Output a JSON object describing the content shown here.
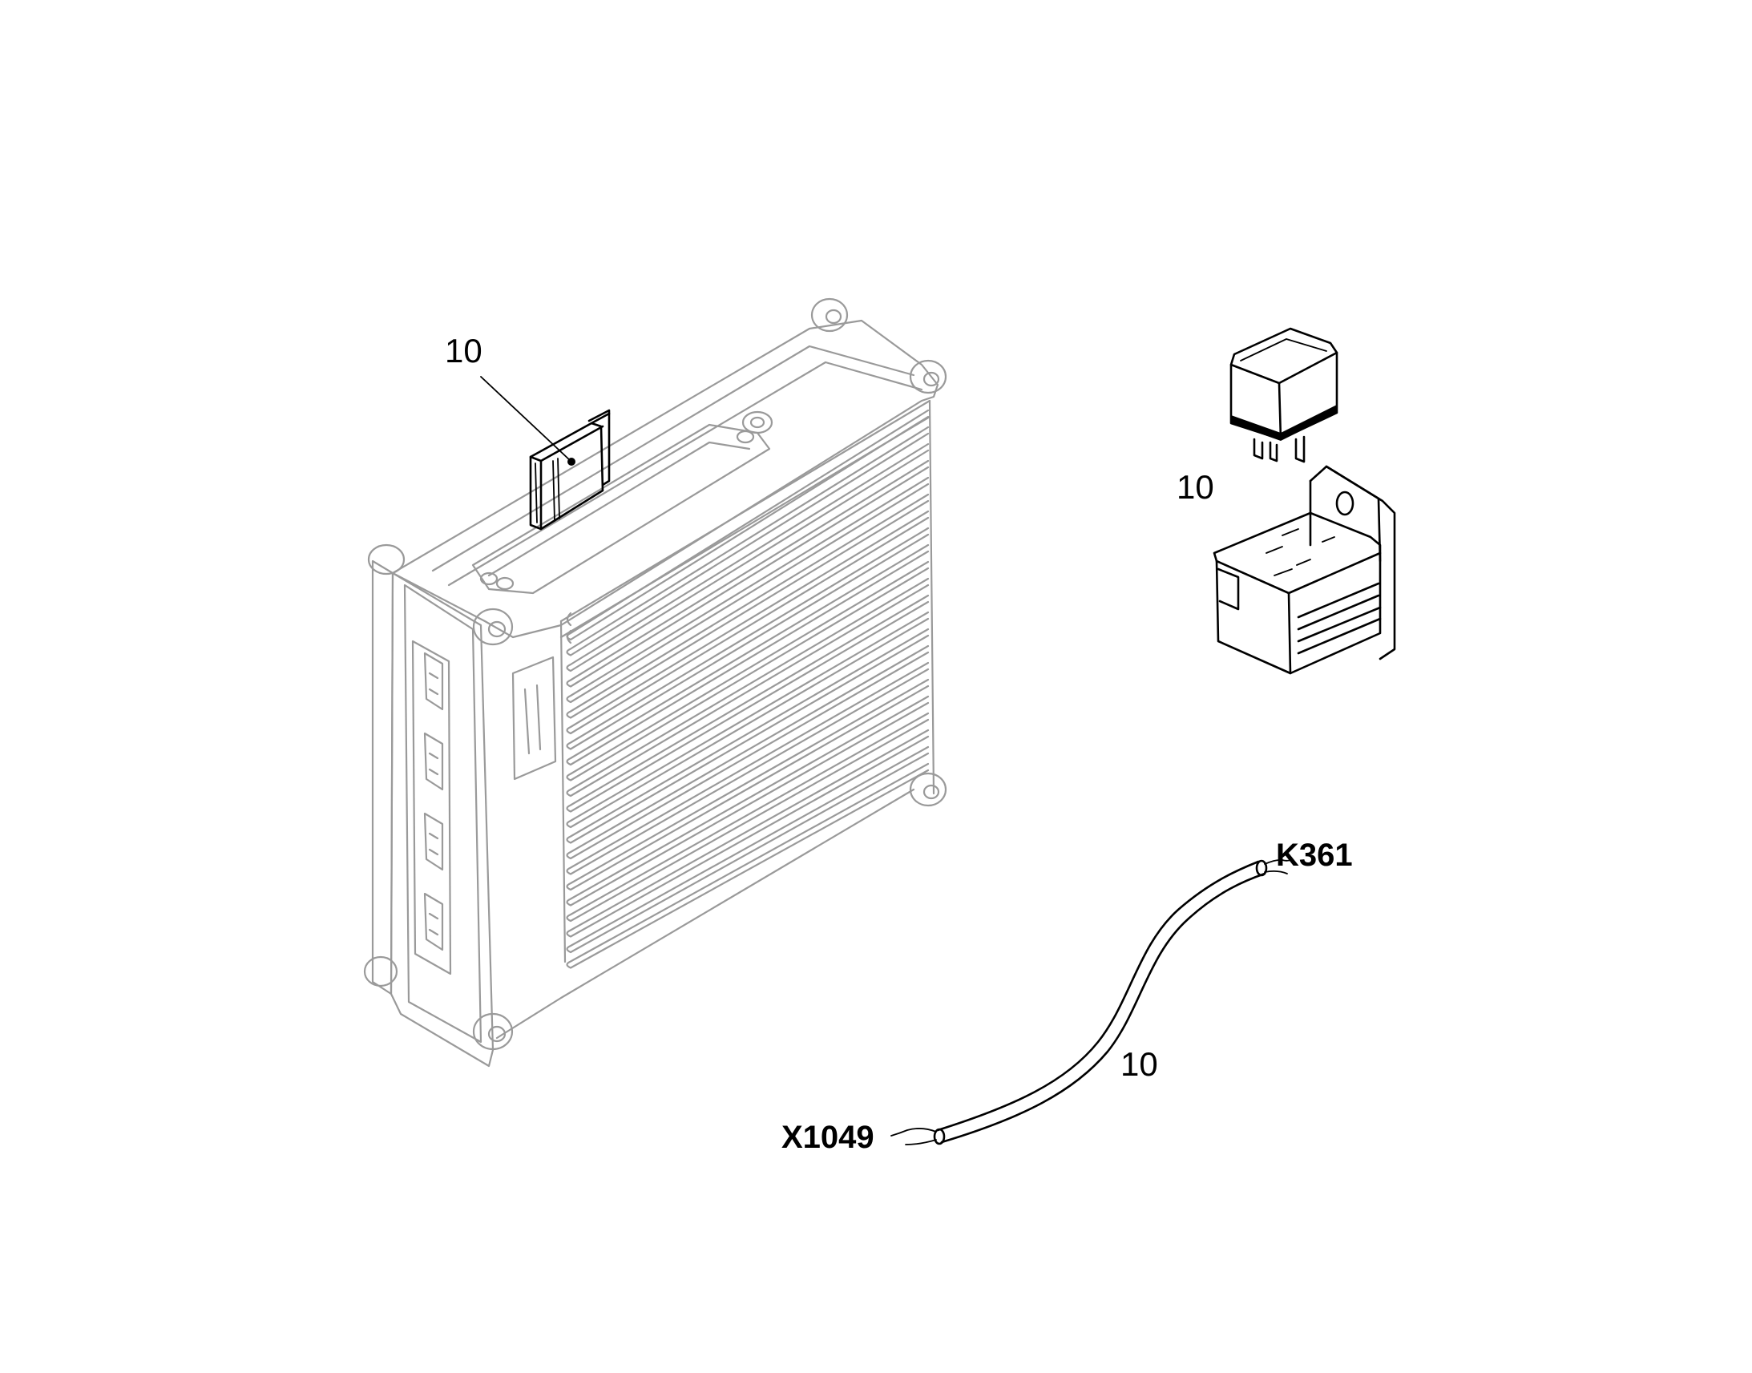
{
  "callouts": {
    "ecu_insert": "10",
    "relay": "10",
    "harness": "10"
  },
  "connectors": {
    "end_a": "K361",
    "end_b": "X1049"
  },
  "parts": {
    "ecu": "electronic-control-unit",
    "insert": "eprom-chip",
    "relay": "relay",
    "relay_base": "relay-socket-bracket",
    "wire": "wiring-harness"
  }
}
